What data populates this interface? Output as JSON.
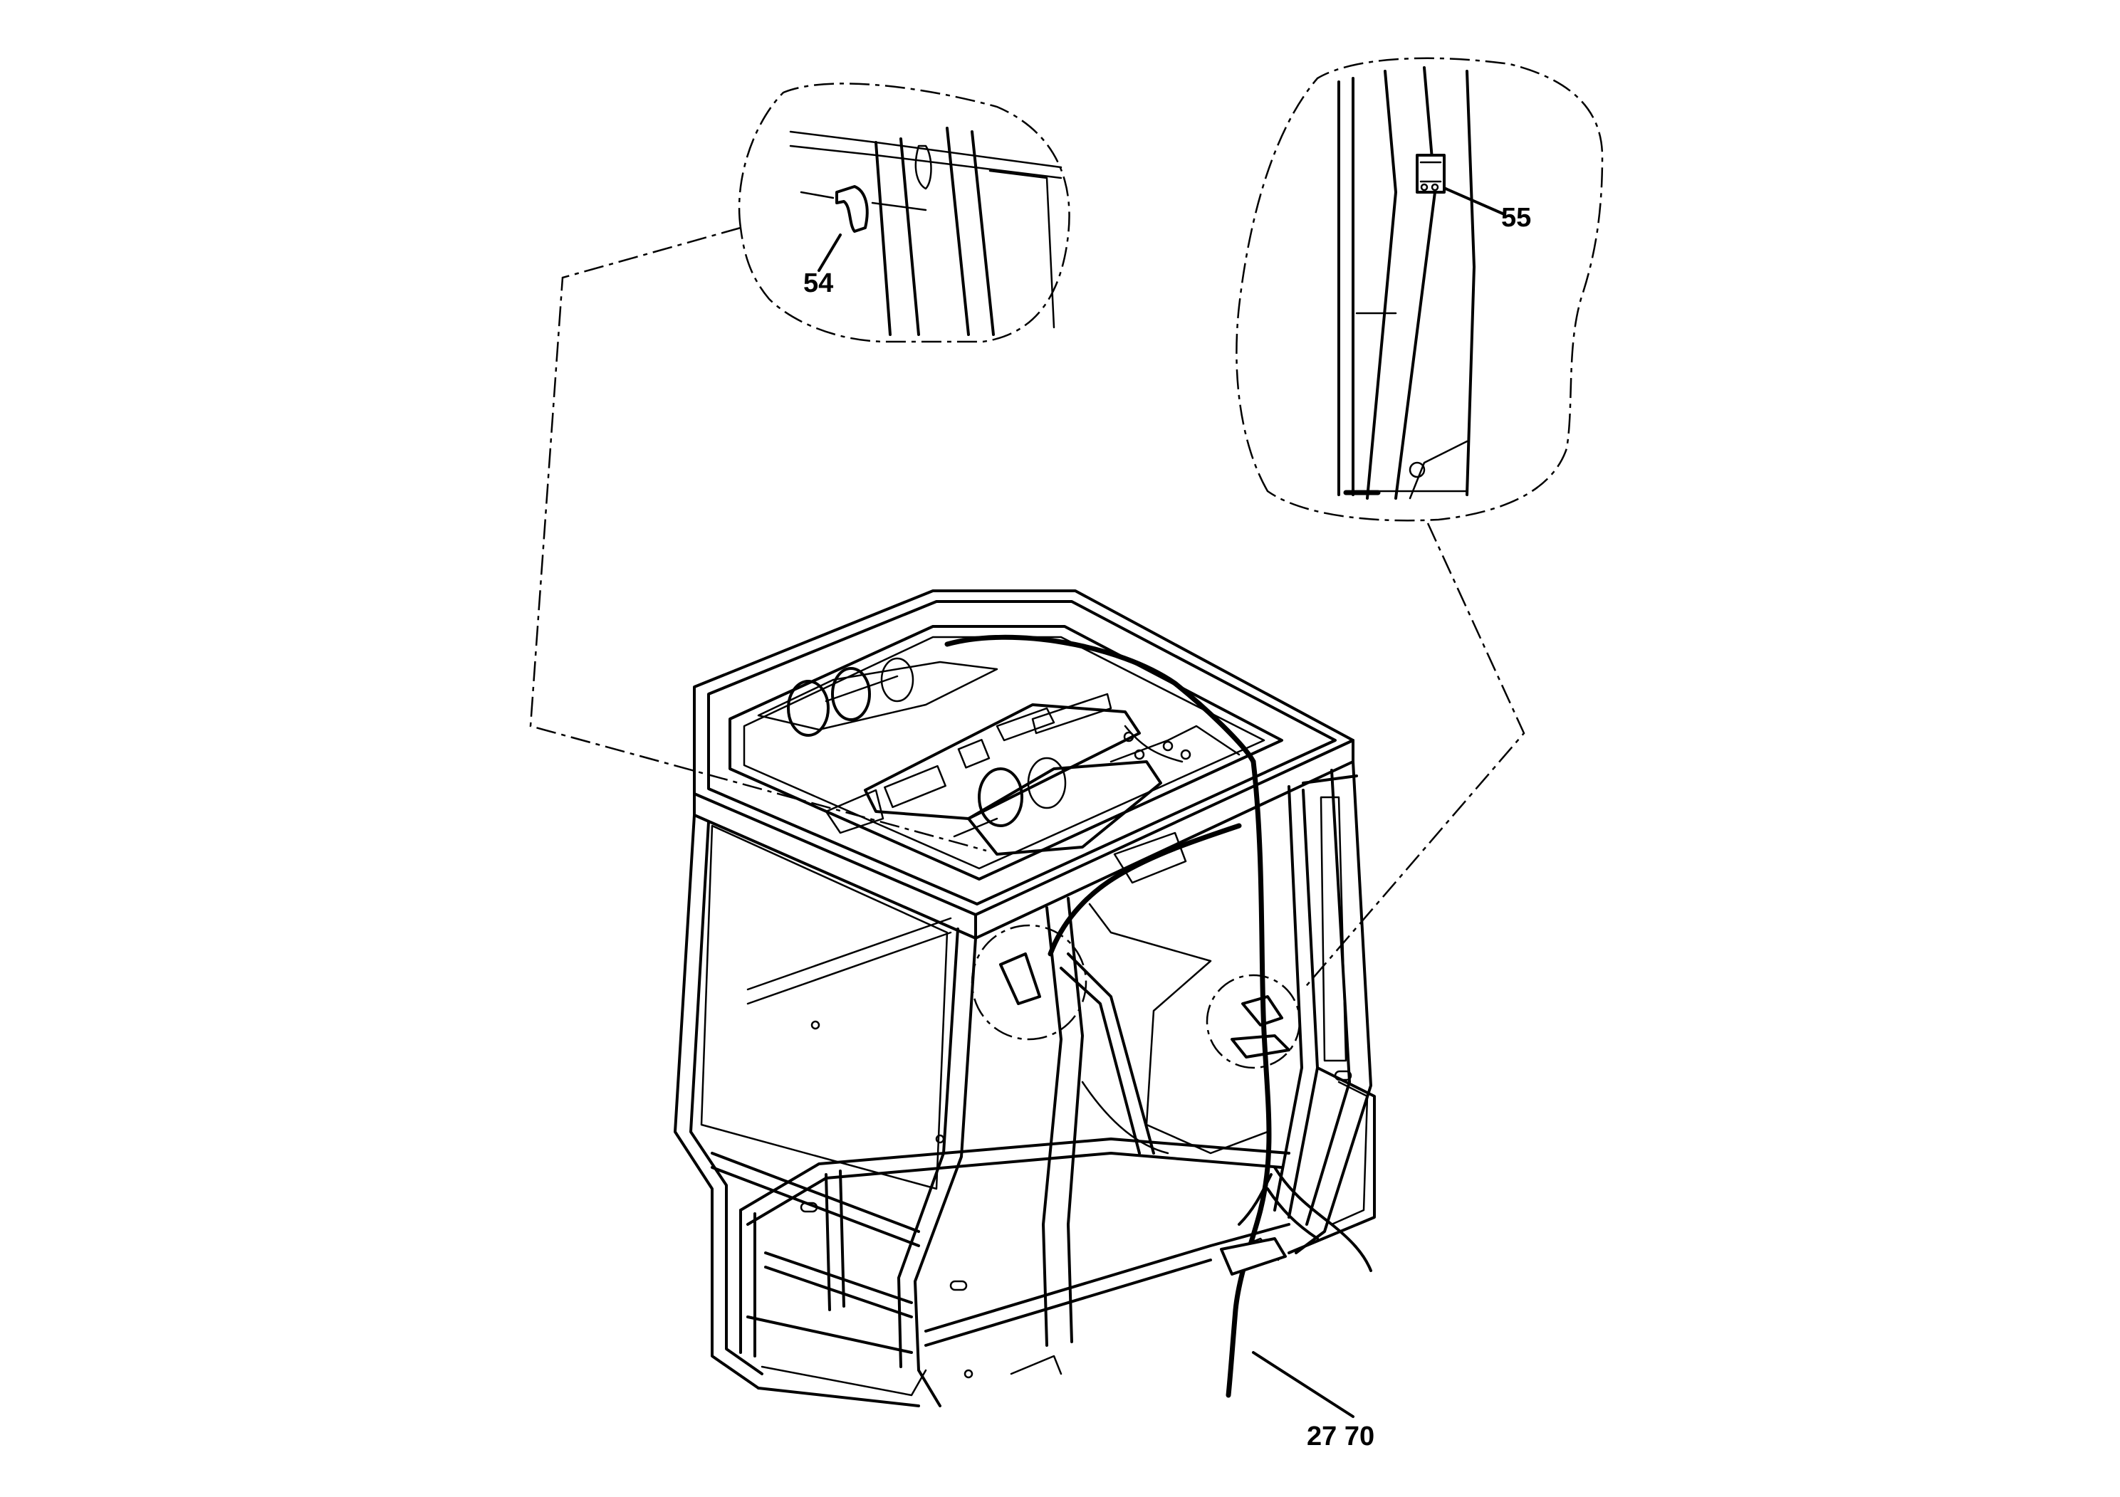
{
  "callouts": {
    "c54": "54",
    "c55": "55",
    "c2770": "27 70"
  },
  "colors": {
    "ink": "#000000",
    "paper": "#ffffff"
  }
}
